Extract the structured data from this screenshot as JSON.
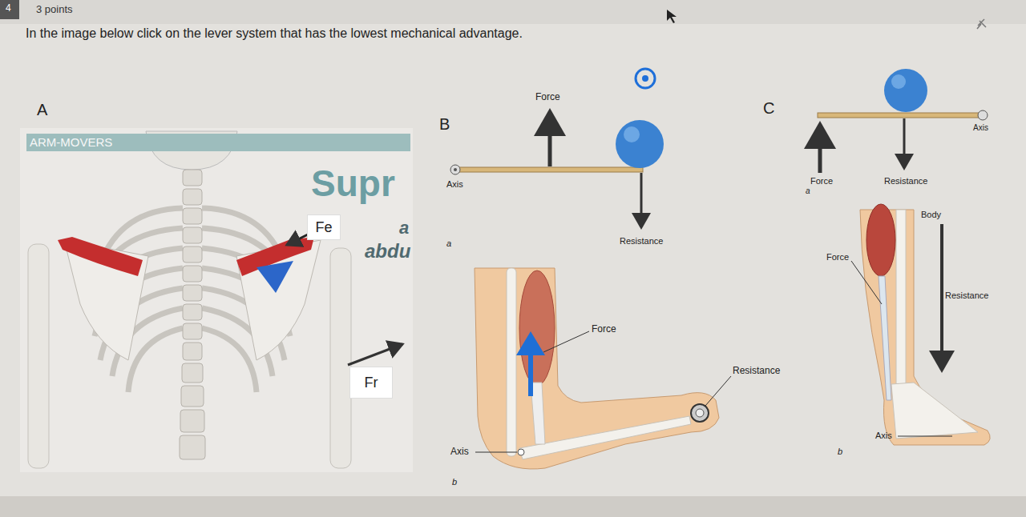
{
  "diagram": {
    "title": "In the image below click on the lever system that has the lowest mechanical advantage.",
    "nodes": [
      {
        "text": [
          "ARM-MOVERS"
        ]
      },
      {
        "text": [
          "Fe"
        ]
      },
      {
        "text": [
          "Fr"
        ]
      }
    ],
    "labels": [
      "4",
      "3 points",
      "A",
      "Supr",
      "a",
      "abdu",
      "B",
      "Force",
      "Axis",
      "a",
      "Resistance",
      "Force",
      "Resistance",
      "Axis",
      "b",
      "C",
      "Force",
      "Resistance",
      "Axis",
      "a",
      "Force",
      "Body",
      "Resistance",
      "Axis",
      "b"
    ]
  }
}
